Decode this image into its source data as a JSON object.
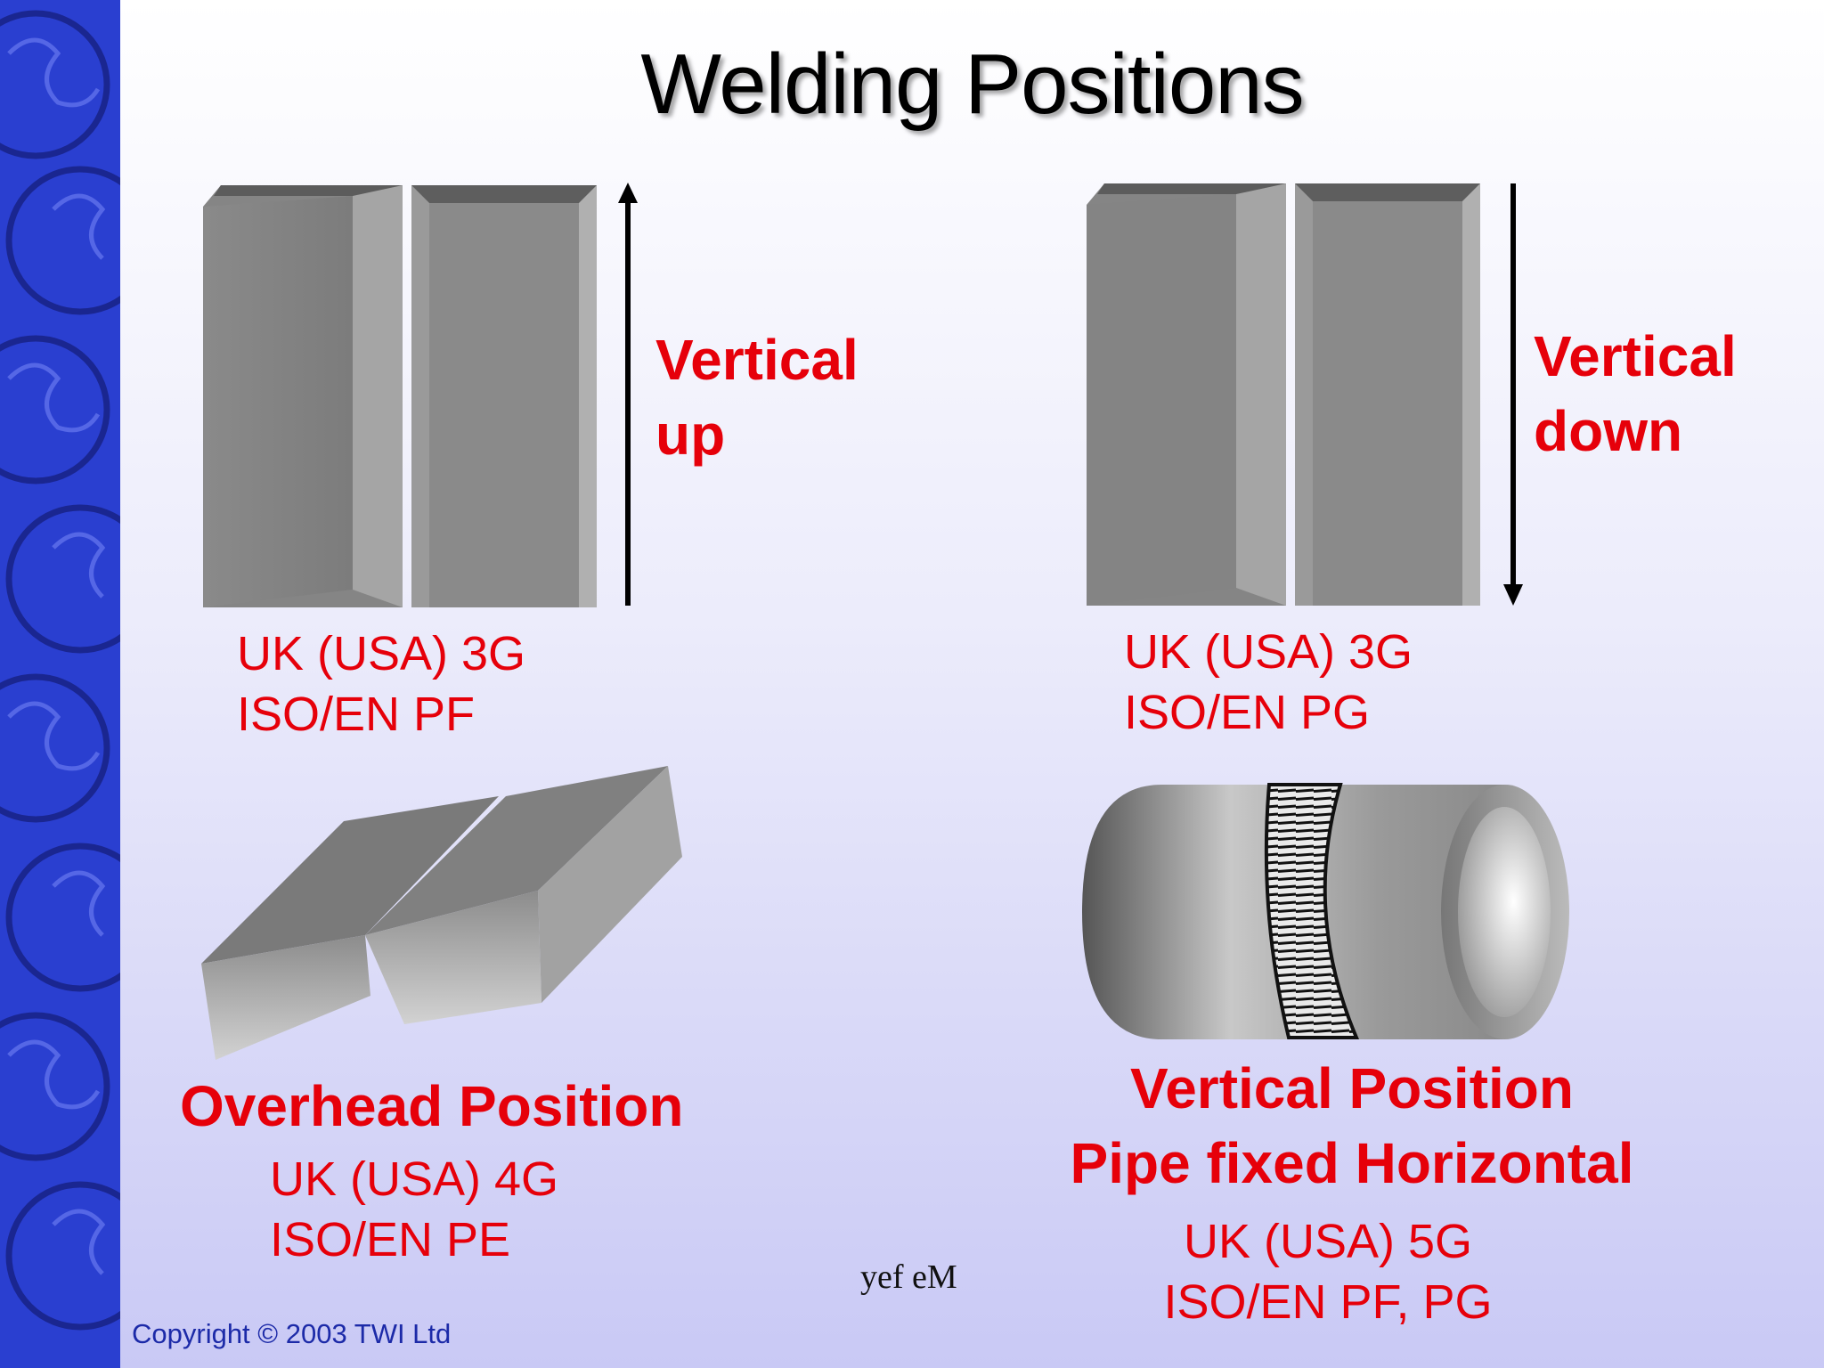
{
  "title": "Welding Positions",
  "panels": {
    "vertical_up": {
      "label_line1": "Vertical",
      "label_line2": "up",
      "code_uk": "UK (USA) 3G",
      "code_iso": "ISO/EN PF"
    },
    "vertical_down": {
      "label_line1": "Vertical",
      "label_line2": "down",
      "code_uk": "UK (USA) 3G",
      "code_iso": "ISO/EN PG"
    },
    "overhead": {
      "label": "Overhead Position",
      "code_uk": "UK (USA) 4G",
      "code_iso": "ISO/EN PE"
    },
    "pipe": {
      "label_line1": "Vertical Position",
      "label_line2": "Pipe fixed Horizontal",
      "code_uk": "UK (USA) 5G",
      "code_iso": "ISO/EN PF, PG"
    }
  },
  "footer": {
    "copyright": "Copyright © 2003 TWI Ltd",
    "mark": "yef eM"
  },
  "colors": {
    "accent_red": "#e6000a",
    "sidebar_blue": "#2a3fd0",
    "copyright_blue": "#1c2aa8"
  }
}
